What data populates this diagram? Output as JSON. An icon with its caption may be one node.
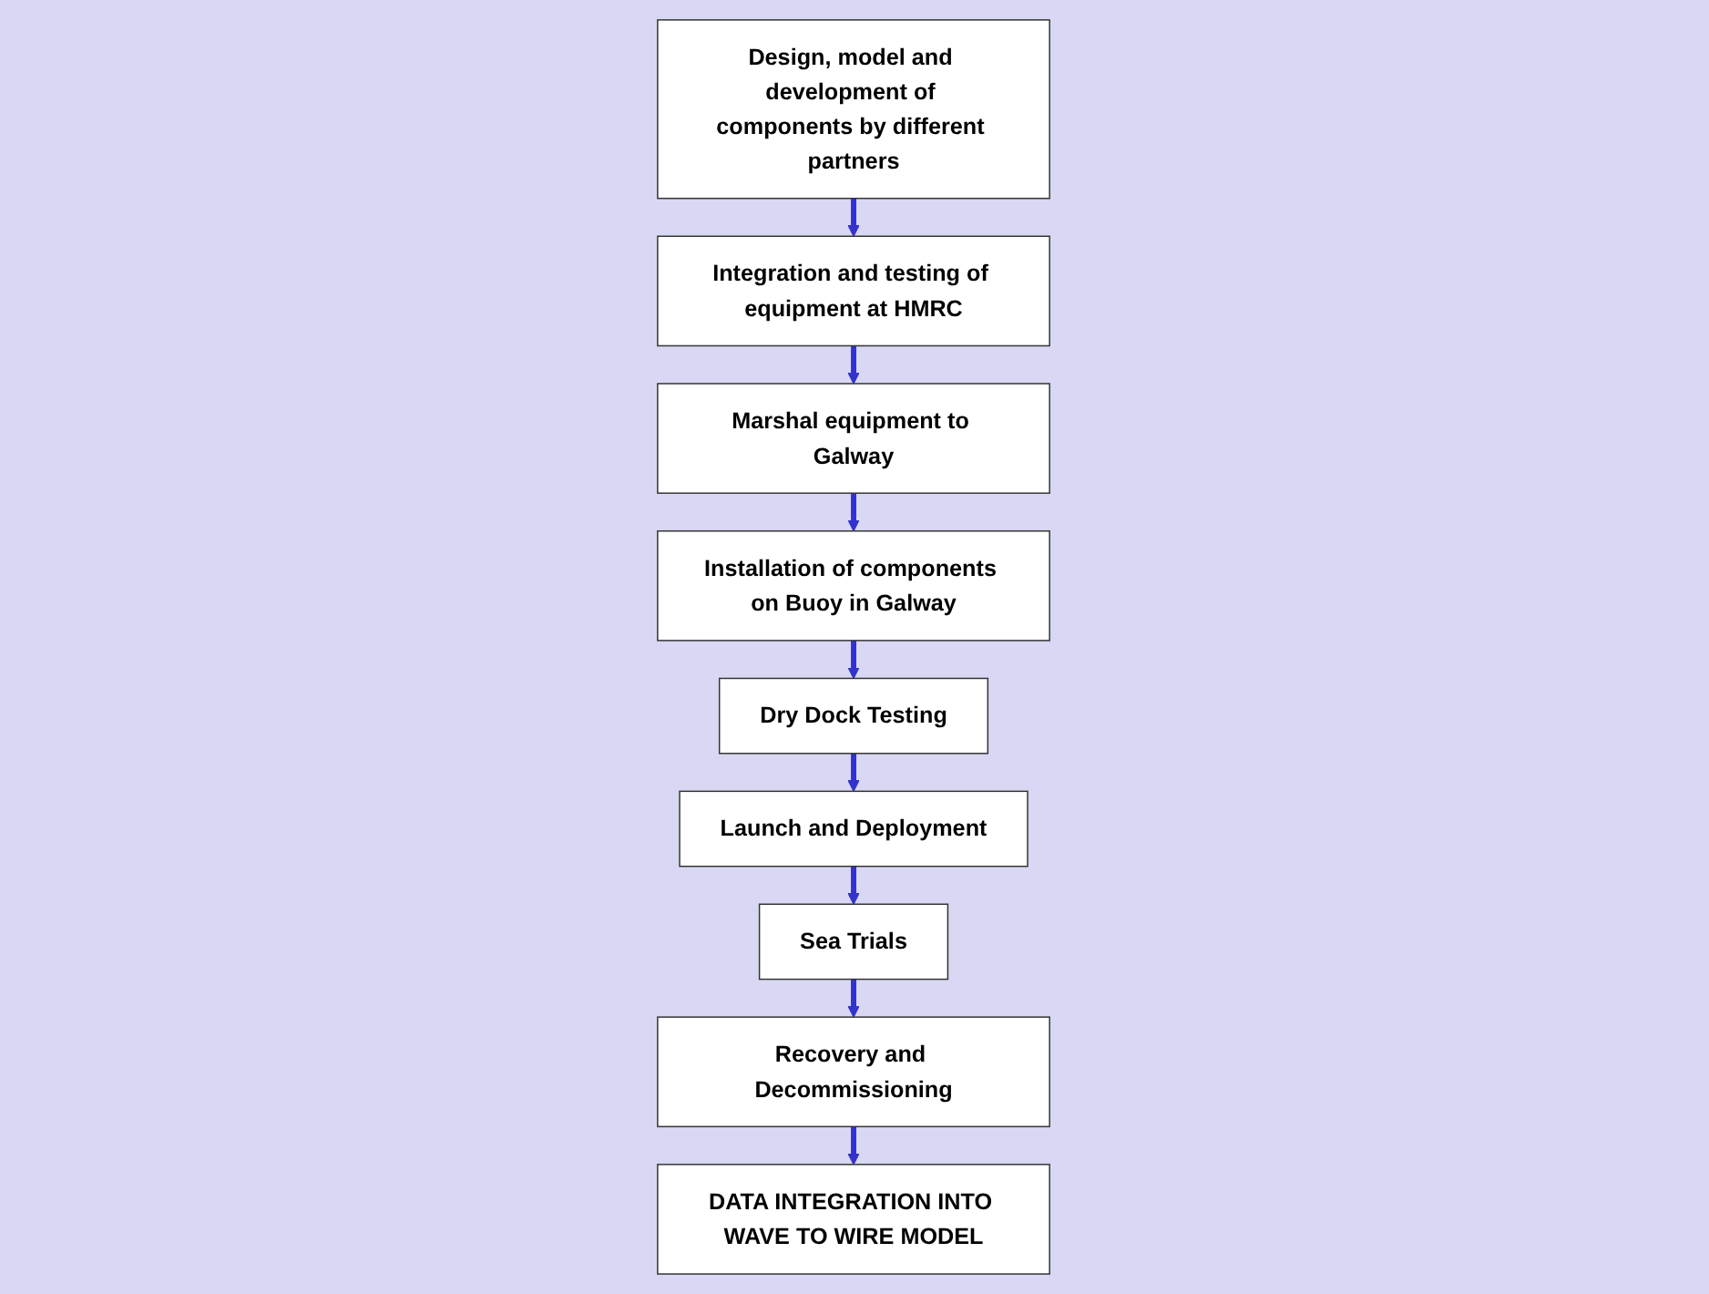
{
  "diagram": {
    "nodes": [
      {
        "text": [
          "Design, model and development of components by different partners"
        ]
      },
      {
        "text": [
          "Integration and testing of equipment at HMRC"
        ]
      },
      {
        "text": [
          "Marshal equipment to Galway"
        ]
      },
      {
        "text": [
          "Installation of components on Buoy in Galway"
        ]
      },
      {
        "text": [
          "Dry Dock Testing"
        ]
      },
      {
        "text": [
          "Launch and Deployment"
        ]
      },
      {
        "text": [
          "Sea Trials"
        ]
      },
      {
        "text": [
          "Recovery and Decommissioning"
        ]
      },
      {
        "text": [
          "DATA INTEGRATION INTO WAVE TO WIRE MODEL"
        ]
      }
    ],
    "edges": [
      {
        "from": 0,
        "to": 1,
        "arrow": "to"
      },
      {
        "from": 1,
        "to": 2,
        "arrow": "to"
      },
      {
        "from": 2,
        "to": 3,
        "arrow": "to"
      },
      {
        "from": 3,
        "to": 4,
        "arrow": "to"
      },
      {
        "from": 4,
        "to": 5,
        "arrow": "to"
      },
      {
        "from": 5,
        "to": 6,
        "arrow": "to"
      },
      {
        "from": 6,
        "to": 7,
        "arrow": "to"
      },
      {
        "from": 7,
        "to": 8,
        "arrow": "to"
      }
    ]
  }
}
